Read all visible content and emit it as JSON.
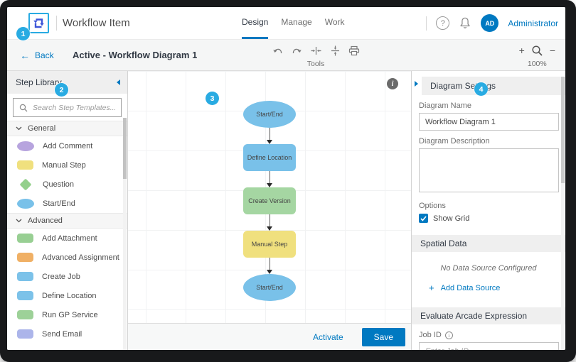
{
  "header": {
    "app_title": "Workflow Item",
    "tabs": [
      {
        "label": "Design",
        "active": true
      },
      {
        "label": "Manage",
        "active": false
      },
      {
        "label": "Work",
        "active": false
      }
    ],
    "help_glyph": "?",
    "user": {
      "initials": "AD",
      "name": "Administrator"
    }
  },
  "toolbar": {
    "back_arrow": "←",
    "back_label": "Back",
    "breadcrumb": "Active - Workflow Diagram 1",
    "tools_label": "Tools",
    "zoom_in_glyph": "+",
    "zoom_out_glyph": "−",
    "zoom_level": "100%"
  },
  "step_library": {
    "title": "Step Library",
    "search_placeholder": "Search Step Templates...",
    "sections": [
      {
        "label": "General",
        "items": [
          {
            "label": "Add Comment",
            "shape": "ellipse",
            "color": "#B7A4DE"
          },
          {
            "label": "Manual Step",
            "shape": "rect",
            "color": "#F0E07E"
          },
          {
            "label": "Question",
            "shape": "diamond",
            "color": "#93D08B"
          },
          {
            "label": "Start/End",
            "shape": "ellipse",
            "color": "#79C1E9"
          }
        ]
      },
      {
        "label": "Advanced",
        "items": [
          {
            "label": "Add Attachment",
            "shape": "rect",
            "color": "#98CF93"
          },
          {
            "label": "Advanced Assignment",
            "shape": "rect",
            "color": "#F0B065"
          },
          {
            "label": "Create Job",
            "shape": "rect",
            "color": "#7CC2E9"
          },
          {
            "label": "Define Location",
            "shape": "rect",
            "color": "#7CC2E9"
          },
          {
            "label": "Run GP Service",
            "shape": "rect",
            "color": "#9DD198"
          },
          {
            "label": "Send Email",
            "shape": "rect",
            "color": "#ACB5EA"
          }
        ]
      }
    ]
  },
  "canvas": {
    "info_glyph": "i",
    "nodes": [
      {
        "label": "Start/End",
        "shape": "ellipse",
        "color": "#79C1E9"
      },
      {
        "label": "Define Location",
        "shape": "rect",
        "color": "#79C1E9"
      },
      {
        "label": "Create Version",
        "shape": "rect",
        "color": "#A5D6A2"
      },
      {
        "label": "Manual Step",
        "shape": "rect",
        "color": "#F0E07E"
      },
      {
        "label": "Start/End",
        "shape": "ellipse",
        "color": "#79C1E9"
      }
    ]
  },
  "diagram_settings": {
    "title": "Diagram Settings",
    "name_label": "Diagram Name",
    "name_value": "Workflow Diagram 1",
    "description_label": "Diagram Description",
    "description_value": "",
    "options_label": "Options",
    "show_grid_label": "Show Grid",
    "show_grid_checked": true,
    "spatial_title": "Spatial Data",
    "no_source_text": "No Data Source Configured",
    "add_source_plus": "+",
    "add_source_label": "Add Data Source",
    "arcade_title": "Evaluate Arcade Expression",
    "job_id_label": "Job ID",
    "job_id_info_glyph": "i",
    "job_id_placeholder": "Enter Job ID"
  },
  "footer": {
    "activate_label": "Activate",
    "save_label": "Save"
  },
  "callouts": {
    "color": "#29ABE2",
    "numbers": [
      "1",
      "2",
      "3",
      "4"
    ]
  },
  "colors": {
    "accent_blue": "#0079C1",
    "callout_cyan": "#29ABE2",
    "navy_text": "#323A45",
    "node_blue": "#79C1E9",
    "node_green": "#A5D6A2",
    "node_yellow": "#F0E07E",
    "panel_header_gray": "#EFEFEF"
  }
}
